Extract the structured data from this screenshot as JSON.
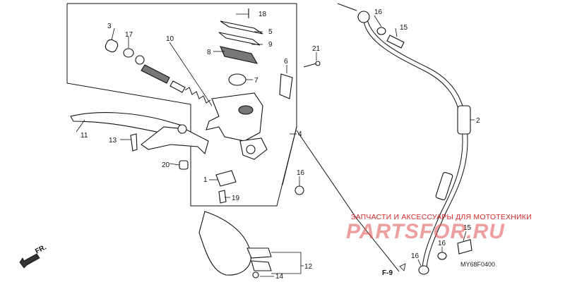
{
  "diagram": {
    "callouts": [
      {
        "label": "3"
      },
      {
        "label": "17"
      },
      {
        "label": "10"
      },
      {
        "label": "18"
      },
      {
        "label": "5"
      },
      {
        "label": "9"
      },
      {
        "label": "8"
      },
      {
        "label": "21"
      },
      {
        "label": "6"
      },
      {
        "label": "7"
      },
      {
        "label": "11"
      },
      {
        "label": "13"
      },
      {
        "label": "20"
      },
      {
        "label": "1"
      },
      {
        "label": "19"
      },
      {
        "label": "4"
      },
      {
        "label": "16"
      },
      {
        "label": "16"
      },
      {
        "label": "15"
      },
      {
        "label": "2"
      },
      {
        "label": "12"
      },
      {
        "label": "14"
      },
      {
        "label": "16"
      },
      {
        "label": "16"
      },
      {
        "label": "15"
      }
    ],
    "direction_label": "FR.",
    "ref_label": "F-9",
    "diagram_code": "MY68F0400"
  },
  "watermark": {
    "caption": "ЗАПЧАСТИ И АКСЕССУАРЫ ДЛЯ МОТОТЕХНИКИ",
    "logo_text": "PARTSFOR.RU"
  },
  "colors": {
    "line": "#111111",
    "watermark": "#d42a2a"
  }
}
